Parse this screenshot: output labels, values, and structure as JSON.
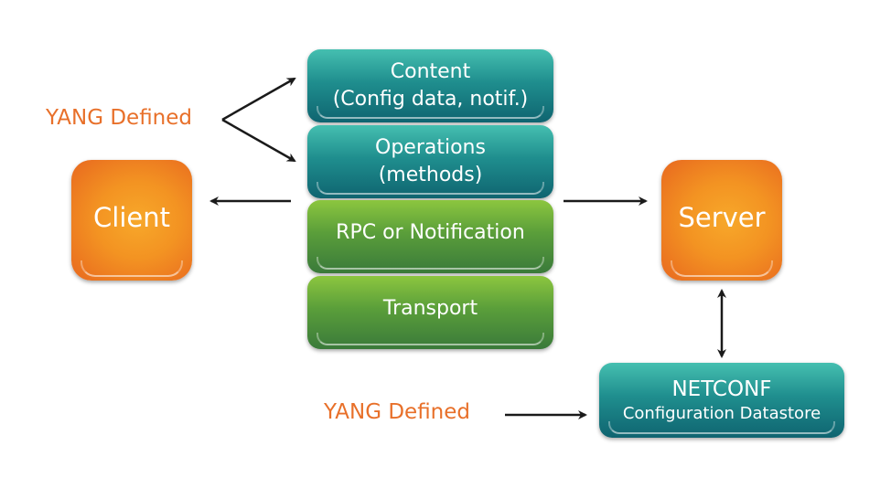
{
  "colors": {
    "teal": "#1f8e8e",
    "green": "#5a9e3a",
    "orange": "#f39322",
    "label_orange": "#e8702a",
    "arrow": "#1a1a1a"
  },
  "labels": {
    "yang_top": "YANG Defined",
    "yang_bottom": "YANG Defined"
  },
  "stack": {
    "content": {
      "line1": "Content",
      "line2": "(Config data, notif.)"
    },
    "operations": {
      "line1": "Operations",
      "line2": "(methods)"
    },
    "rpc": {
      "line1": "RPC or Notification"
    },
    "transport": {
      "line1": "Transport"
    }
  },
  "client": {
    "label": "Client"
  },
  "server": {
    "label": "Server"
  },
  "datastore": {
    "line1": "NETCONF",
    "line2": "Configuration Datastore"
  }
}
